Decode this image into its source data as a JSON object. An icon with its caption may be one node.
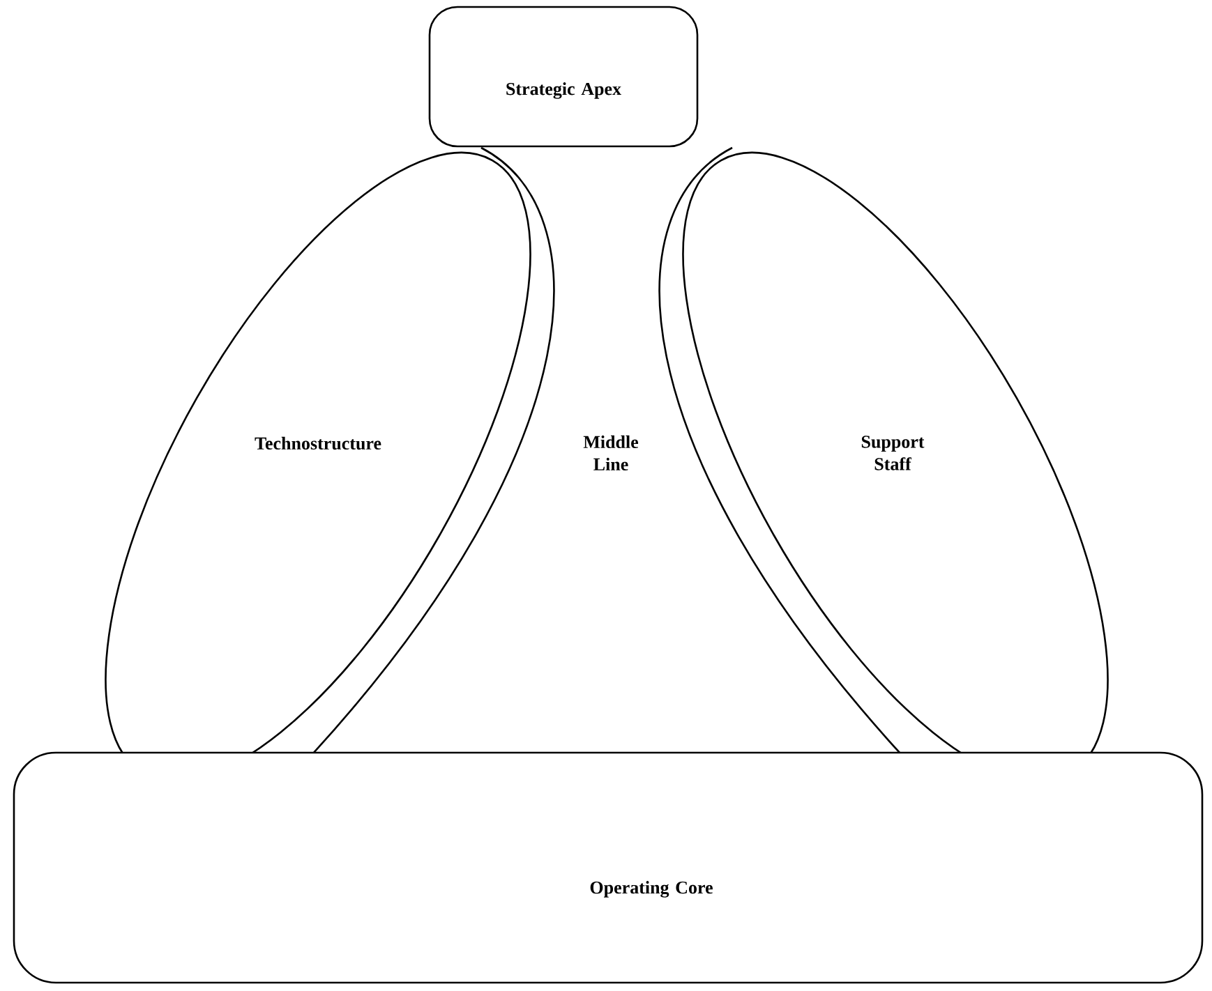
{
  "diagram": {
    "nodes": [
      {
        "text": [
          "Strategic Apex"
        ]
      },
      {
        "text": [
          "Technostructure"
        ]
      },
      {
        "text": [
          "Middle Line"
        ]
      },
      {
        "text": [
          "Support Staff"
        ]
      },
      {
        "text": [
          "Operating Core"
        ]
      }
    ]
  }
}
